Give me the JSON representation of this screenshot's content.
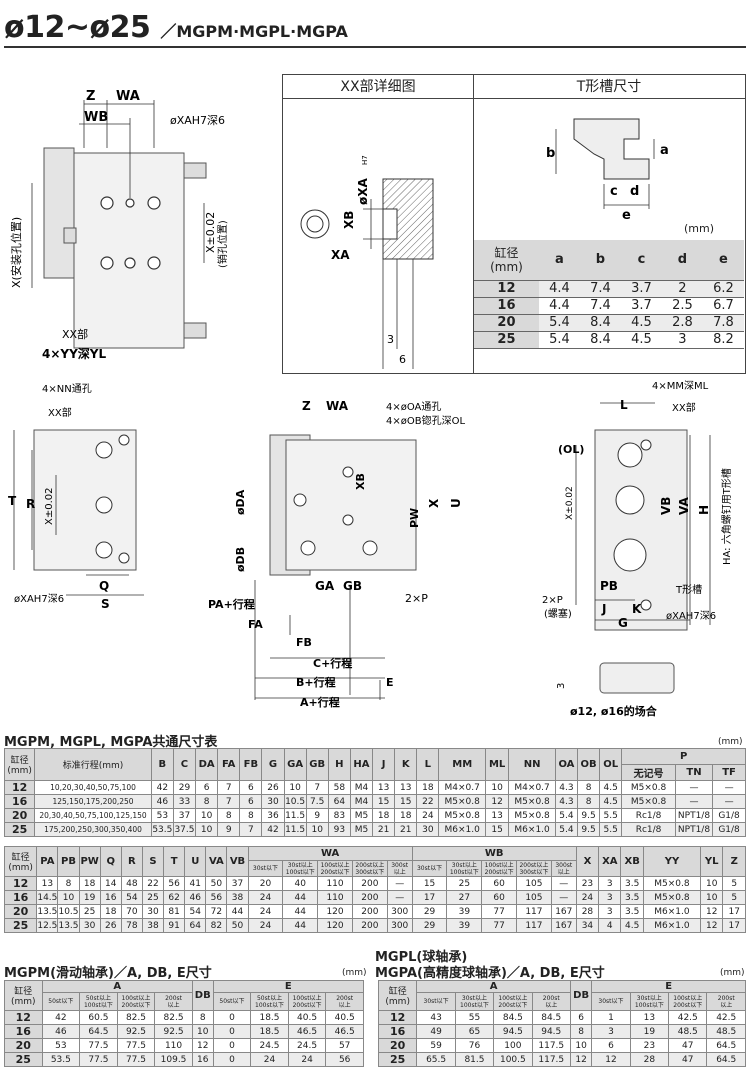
{
  "header": {
    "title": "ø12~ø25",
    "subtitle": "／MGPM·MGPL·MGPA"
  },
  "detail_box": {
    "xx_title": "XX部详细图",
    "tslot_title": "T形槽尺寸",
    "xx_labels": {
      "oxa": "øXA",
      "h7": "H7",
      "xb": "XB",
      "xa": "XA",
      "d3": "3",
      "d6": "6"
    },
    "tslot_labels": {
      "a": "a",
      "b": "b",
      "c": "c",
      "d": "d",
      "e": "e"
    }
  },
  "tslot_table": {
    "unit": "(mm)",
    "header_bore": "缸径\n(mm)",
    "columns": [
      "a",
      "b",
      "c",
      "d",
      "e"
    ],
    "rows": [
      {
        "bore": "12",
        "vals": [
          "4.4",
          "7.4",
          "3.7",
          "2",
          "6.2"
        ]
      },
      {
        "bore": "16",
        "vals": [
          "4.4",
          "7.4",
          "3.7",
          "2.5",
          "6.7"
        ]
      },
      {
        "bore": "20",
        "vals": [
          "5.4",
          "8.4",
          "4.5",
          "2.8",
          "7.8"
        ]
      },
      {
        "bore": "25",
        "vals": [
          "5.4",
          "8.4",
          "4.5",
          "3",
          "8.2"
        ]
      }
    ]
  },
  "drawing_labels": {
    "z": "Z",
    "wa": "WA",
    "wb": "WB",
    "oxa_depth": "øXAH7深6",
    "x_install": "X(安装孔位置)",
    "x_pin": "X±0.02",
    "x_pin_sub": "(销孔位置)",
    "xx_part": "XX部",
    "yy": "4×YY深YL",
    "nn": "4×NN通孔",
    "xx2": "XX部",
    "t": "T",
    "r": "R",
    "x002": "X±0.02",
    "q": "Q",
    "s": "S",
    "oxa6": "øXAH7深6",
    "oa": "4×øOA通孔",
    "ob": "4×øOB锪孔深OL",
    "da": "øDA",
    "db": "øDB",
    "xb": "XB",
    "pw": "PW",
    "x": "X",
    "u": "U",
    "ga": "GA",
    "gb": "GB",
    "twop": "2×P",
    "pa": "PA+行程",
    "fa": "FA",
    "fb": "FB",
    "c": "C+行程",
    "b": "B+行程",
    "e": "E",
    "a": "A+行程",
    "mm": "4×MM深ML",
    "l": "L",
    "xx3": "XX部",
    "ol": "(OL)",
    "vb": "VB",
    "va": "VA",
    "h": "H",
    "ha": "HA: 六角螺钉用T形槽",
    "pb": "PB",
    "j": "J",
    "k": "K",
    "g": "G",
    "tslot": "T形槽",
    "twop2": "2×P",
    "plug": "(螺塞)",
    "oxa7": "øXAH7深6",
    "three": "3",
    "case": "ø12, ø16的场合"
  },
  "common_table": {
    "title": "MGPM, MGPL, MGPA共通尺寸表",
    "unit": "(mm)",
    "h_bore": "缸径\n(mm)",
    "h_stroke": "标准行程(mm)",
    "cols": [
      "B",
      "C",
      "DA",
      "FA",
      "FB",
      "G",
      "GA",
      "GB",
      "H",
      "HA",
      "J",
      "K",
      "L",
      "MM",
      "ML",
      "NN",
      "OA",
      "OB",
      "OL"
    ],
    "p_head": "P",
    "p_cols": [
      "无记号",
      "TN",
      "TF"
    ],
    "rows": [
      {
        "bore": "12",
        "stroke": "10,20,30,40,50,75,100",
        "v": [
          "42",
          "29",
          "6",
          "7",
          "6",
          "26",
          "10",
          "7",
          "58",
          "M4",
          "13",
          "13",
          "18",
          "M4×0.7",
          "10",
          "M4×0.7",
          "4.3",
          "8",
          "4.5"
        ],
        "p": [
          "M5×0.8",
          "—",
          "—"
        ]
      },
      {
        "bore": "16",
        "stroke": "125,150,175,200,250",
        "v": [
          "46",
          "33",
          "8",
          "7",
          "6",
          "30",
          "10.5",
          "7.5",
          "64",
          "M4",
          "15",
          "15",
          "22",
          "M5×0.8",
          "12",
          "M5×0.8",
          "4.3",
          "8",
          "4.5"
        ],
        "p": [
          "M5×0.8",
          "—",
          "—"
        ]
      },
      {
        "bore": "20",
        "stroke": "20,30,40,50,75,100,125,150",
        "v": [
          "53",
          "37",
          "10",
          "8",
          "8",
          "36",
          "11.5",
          "9",
          "83",
          "M5",
          "18",
          "18",
          "24",
          "M5×0.8",
          "13",
          "M5×0.8",
          "5.4",
          "9.5",
          "5.5"
        ],
        "p": [
          "Rc1/8",
          "NPT1/8",
          "G1/8"
        ]
      },
      {
        "bore": "25",
        "stroke": "175,200,250,300,350,400",
        "v": [
          "53.5",
          "37.5",
          "10",
          "9",
          "7",
          "42",
          "11.5",
          "10",
          "93",
          "M5",
          "21",
          "21",
          "30",
          "M6×1.0",
          "15",
          "M6×1.0",
          "5.4",
          "9.5",
          "5.5"
        ],
        "p": [
          "Rc1/8",
          "NPT1/8",
          "G1/8"
        ]
      }
    ]
  },
  "second_table": {
    "h_bore": "缸径\n(mm)",
    "cols": [
      "PA",
      "PB",
      "PW",
      "Q",
      "R",
      "S",
      "T",
      "U",
      "VA",
      "VB"
    ],
    "wa_head": "WA",
    "wb_head": "WB",
    "w_sub": [
      "30st以下",
      "30st以上\n100st以下",
      "100st以上\n200st以下",
      "200st以上\n300st以下",
      "300st\n以上"
    ],
    "tail_cols": [
      "X",
      "XA",
      "XB",
      "YY",
      "YL",
      "Z"
    ],
    "rows": [
      {
        "bore": "12",
        "v": [
          "13",
          "8",
          "18",
          "14",
          "48",
          "22",
          "56",
          "41",
          "50",
          "37"
        ],
        "wa": [
          "20",
          "40",
          "110",
          "200",
          "—"
        ],
        "wb": [
          "15",
          "25",
          "60",
          "105",
          "—"
        ],
        "t": [
          "23",
          "3",
          "3.5",
          "M5×0.8",
          "10",
          "5"
        ]
      },
      {
        "bore": "16",
        "v": [
          "14.5",
          "10",
          "19",
          "16",
          "54",
          "25",
          "62",
          "46",
          "56",
          "38"
        ],
        "wa": [
          "24",
          "44",
          "110",
          "200",
          "—"
        ],
        "wb": [
          "17",
          "27",
          "60",
          "105",
          "—"
        ],
        "t": [
          "24",
          "3",
          "3.5",
          "M5×0.8",
          "10",
          "5"
        ]
      },
      {
        "bore": "20",
        "v": [
          "13.5",
          "10.5",
          "25",
          "18",
          "70",
          "30",
          "81",
          "54",
          "72",
          "44"
        ],
        "wa": [
          "24",
          "44",
          "120",
          "200",
          "300"
        ],
        "wb": [
          "29",
          "39",
          "77",
          "117",
          "167"
        ],
        "t": [
          "28",
          "3",
          "3.5",
          "M6×1.0",
          "12",
          "17"
        ]
      },
      {
        "bore": "25",
        "v": [
          "12.5",
          "13.5",
          "30",
          "26",
          "78",
          "38",
          "91",
          "64",
          "82",
          "50"
        ],
        "wa": [
          "24",
          "44",
          "120",
          "200",
          "300"
        ],
        "wb": [
          "29",
          "39",
          "77",
          "117",
          "167"
        ],
        "t": [
          "34",
          "4",
          "4.5",
          "M6×1.0",
          "12",
          "17"
        ]
      }
    ]
  },
  "mgpm_table": {
    "title": "MGPM(滑动轴承)／A, DB, E尺寸",
    "unit": "(mm)",
    "h_bore": "缸径\n(mm)",
    "a_head": "A",
    "db_head": "DB",
    "e_head": "E",
    "a_sub": [
      "50st以下",
      "50st以上\n100st以下",
      "100st以上\n200st以下",
      "200st\n以上"
    ],
    "e_sub": [
      "50st以下",
      "50st以上\n100st以下",
      "100st以上\n200st以下",
      "200st\n以上"
    ],
    "rows": [
      {
        "bore": "12",
        "a": [
          "42",
          "60.5",
          "82.5",
          "82.5"
        ],
        "db": "8",
        "e": [
          "0",
          "18.5",
          "40.5",
          "40.5"
        ]
      },
      {
        "bore": "16",
        "a": [
          "46",
          "64.5",
          "92.5",
          "92.5"
        ],
        "db": "10",
        "e": [
          "0",
          "18.5",
          "46.5",
          "46.5"
        ]
      },
      {
        "bore": "20",
        "a": [
          "53",
          "77.5",
          "77.5",
          "110"
        ],
        "db": "12",
        "e": [
          "0",
          "24.5",
          "24.5",
          "57"
        ]
      },
      {
        "bore": "25",
        "a": [
          "53.5",
          "77.5",
          "77.5",
          "109.5"
        ],
        "db": "16",
        "e": [
          "0",
          "24",
          "24",
          "56"
        ]
      }
    ]
  },
  "mgpl_table": {
    "title1": "MGPL(球轴承)",
    "title2": "MGPA(高精度球轴承)／A, DB, E尺寸",
    "unit": "(mm)",
    "h_bore": "缸径\n(mm)",
    "a_head": "A",
    "db_head": "DB",
    "e_head": "E",
    "a_sub": [
      "30st以下",
      "30st以上\n100st以下",
      "100st以上\n200st以下",
      "200st\n以上"
    ],
    "e_sub": [
      "30st以下",
      "30st以上\n100st以下",
      "100st以上\n200st以下",
      "200st\n以上"
    ],
    "rows": [
      {
        "bore": "12",
        "a": [
          "43",
          "55",
          "84.5",
          "84.5"
        ],
        "db": "6",
        "e": [
          "1",
          "13",
          "42.5",
          "42.5"
        ]
      },
      {
        "bore": "16",
        "a": [
          "49",
          "65",
          "94.5",
          "94.5"
        ],
        "db": "8",
        "e": [
          "3",
          "19",
          "48.5",
          "48.5"
        ]
      },
      {
        "bore": "20",
        "a": [
          "59",
          "76",
          "100",
          "117.5"
        ],
        "db": "10",
        "e": [
          "6",
          "23",
          "47",
          "64.5"
        ]
      },
      {
        "bore": "25",
        "a": [
          "65.5",
          "81.5",
          "100.5",
          "117.5"
        ],
        "db": "12",
        "e": [
          "12",
          "28",
          "47",
          "64.5"
        ]
      }
    ]
  }
}
